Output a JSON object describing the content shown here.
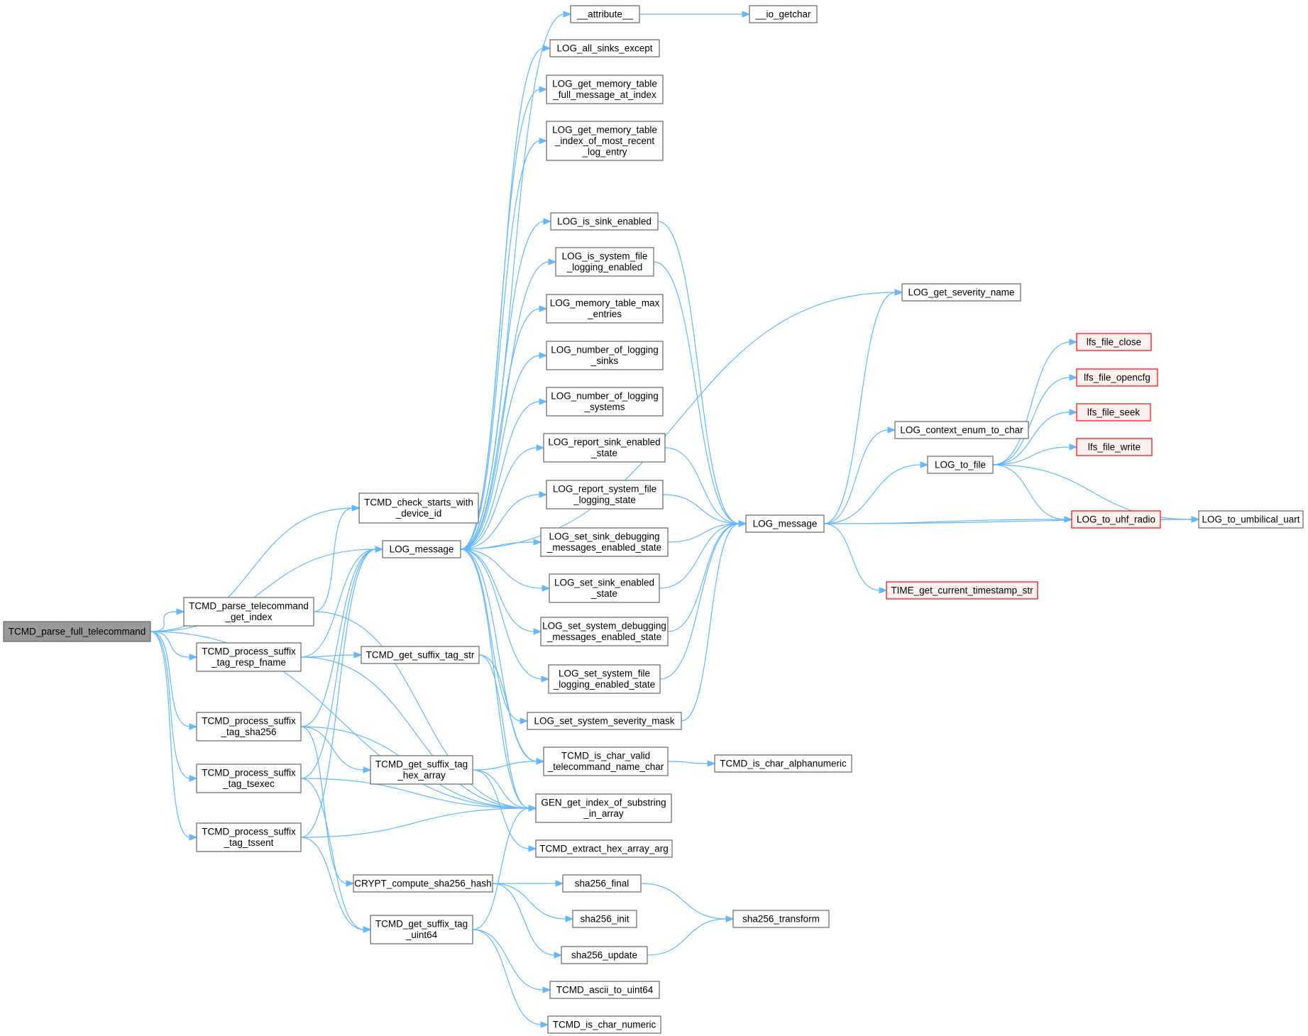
{
  "graph": {
    "nodes": [
      {
        "id": "root",
        "lines": [
          "TCMD_parse_full_telecommand"
        ],
        "style": "root"
      },
      {
        "id": "check",
        "lines": [
          "TCMD_check_starts_with",
          "_device_id"
        ],
        "style": "plain"
      },
      {
        "id": "logmsgL",
        "lines": [
          "LOG_message"
        ],
        "style": "plain"
      },
      {
        "id": "parseidx",
        "lines": [
          "TCMD_parse_telecommand",
          "_get_index"
        ],
        "style": "plain"
      },
      {
        "id": "resp",
        "lines": [
          "TCMD_process_suffix",
          "_tag_resp_fname"
        ],
        "style": "plain"
      },
      {
        "id": "sha",
        "lines": [
          "TCMD_process_suffix",
          "_tag_sha256"
        ],
        "style": "plain"
      },
      {
        "id": "tsexec",
        "lines": [
          "TCMD_process_suffix",
          "_tag_tsexec"
        ],
        "style": "plain"
      },
      {
        "id": "tssent",
        "lines": [
          "TCMD_process_suffix",
          "_tag_tssent"
        ],
        "style": "plain"
      },
      {
        "id": "getstr",
        "lines": [
          "TCMD_get_suffix_tag_str"
        ],
        "style": "plain"
      },
      {
        "id": "gethex",
        "lines": [
          "TCMD_get_suffix_tag",
          "_hex_array"
        ],
        "style": "plain"
      },
      {
        "id": "crypt",
        "lines": [
          "CRYPT_compute_sha256_hash"
        ],
        "style": "plain"
      },
      {
        "id": "getu64",
        "lines": [
          "TCMD_get_suffix_tag",
          "_uint64"
        ],
        "style": "plain"
      },
      {
        "id": "attr",
        "lines": [
          "__attribute__"
        ],
        "style": "plain"
      },
      {
        "id": "allsinks",
        "lines": [
          "LOG_all_sinks_except"
        ],
        "style": "plain"
      },
      {
        "id": "memfull",
        "lines": [
          "LOG_get_memory_table",
          "_full_message_at_index"
        ],
        "style": "plain"
      },
      {
        "id": "memrecent",
        "lines": [
          "LOG_get_memory_table",
          "_index_of_most_recent",
          "_log_entry"
        ],
        "style": "plain"
      },
      {
        "id": "sinken",
        "lines": [
          "LOG_is_sink_enabled"
        ],
        "style": "plain"
      },
      {
        "id": "sysfile",
        "lines": [
          "LOG_is_system_file",
          "_logging_enabled"
        ],
        "style": "plain"
      },
      {
        "id": "memmax",
        "lines": [
          "LOG_memory_table_max",
          "_entries"
        ],
        "style": "plain"
      },
      {
        "id": "numsinks",
        "lines": [
          "LOG_number_of_logging",
          "_sinks"
        ],
        "style": "plain"
      },
      {
        "id": "numsys",
        "lines": [
          "LOG_number_of_logging",
          "_systems"
        ],
        "style": "plain"
      },
      {
        "id": "repsink",
        "lines": [
          "LOG_report_sink_enabled",
          "_state"
        ],
        "style": "plain"
      },
      {
        "id": "repsys",
        "lines": [
          "LOG_report_system_file",
          "_logging_state"
        ],
        "style": "plain"
      },
      {
        "id": "setsinkdbg",
        "lines": [
          "LOG_set_sink_debugging",
          "_messages_enabled_state"
        ],
        "style": "plain"
      },
      {
        "id": "setsinken",
        "lines": [
          "LOG_set_sink_enabled",
          "_state"
        ],
        "style": "plain"
      },
      {
        "id": "setsysdbg",
        "lines": [
          "LOG_set_system_debugging",
          "_messages_enabled_state"
        ],
        "style": "plain"
      },
      {
        "id": "setsysfile",
        "lines": [
          "LOG_set_system_file",
          "_logging_enabled_state"
        ],
        "style": "plain"
      },
      {
        "id": "setsev",
        "lines": [
          "LOG_set_system_severity_mask"
        ],
        "style": "plain"
      },
      {
        "id": "validchar",
        "lines": [
          "TCMD_is_char_valid",
          "_telecommand_name_char"
        ],
        "style": "plain"
      },
      {
        "id": "genidx",
        "lines": [
          "GEN_get_index_of_substring",
          "_in_array"
        ],
        "style": "plain"
      },
      {
        "id": "exthex",
        "lines": [
          "TCMD_extract_hex_array_arg"
        ],
        "style": "plain"
      },
      {
        "id": "shafinal",
        "lines": [
          "sha256_final"
        ],
        "style": "plain"
      },
      {
        "id": "shainit",
        "lines": [
          "sha256_init"
        ],
        "style": "plain"
      },
      {
        "id": "shaupd",
        "lines": [
          "sha256_update"
        ],
        "style": "plain"
      },
      {
        "id": "asciiu64",
        "lines": [
          "TCMD_ascii_to_uint64"
        ],
        "style": "plain"
      },
      {
        "id": "isnum",
        "lines": [
          "TCMD_is_char_numeric"
        ],
        "style": "plain"
      },
      {
        "id": "iogetchar",
        "lines": [
          "__io_getchar"
        ],
        "style": "plain"
      },
      {
        "id": "logmsgR",
        "lines": [
          "LOG_message"
        ],
        "style": "plain"
      },
      {
        "id": "alnum",
        "lines": [
          "TCMD_is_char_alphanumeric"
        ],
        "style": "plain"
      },
      {
        "id": "shatrans",
        "lines": [
          "sha256_transform"
        ],
        "style": "plain"
      },
      {
        "id": "sevname",
        "lines": [
          "LOG_get_severity_name"
        ],
        "style": "plain"
      },
      {
        "id": "ctxenum",
        "lines": [
          "LOG_context_enum_to_char"
        ],
        "style": "plain"
      },
      {
        "id": "tofile",
        "lines": [
          "LOG_to_file"
        ],
        "style": "plain"
      },
      {
        "id": "timestamp",
        "lines": [
          "TIME_get_current_timestamp_str"
        ],
        "style": "red"
      },
      {
        "id": "lfsclose",
        "lines": [
          "lfs_file_close"
        ],
        "style": "red"
      },
      {
        "id": "lfsopen",
        "lines": [
          "lfs_file_opencfg"
        ],
        "style": "red"
      },
      {
        "id": "lfsseek",
        "lines": [
          "lfs_file_seek"
        ],
        "style": "red"
      },
      {
        "id": "lfswrite",
        "lines": [
          "lfs_file_write"
        ],
        "style": "red"
      },
      {
        "id": "uhf",
        "lines": [
          "LOG_to_uhf_radio"
        ],
        "style": "red"
      },
      {
        "id": "umb",
        "lines": [
          "LOG_to_umbilical_uart"
        ],
        "style": "plain"
      }
    ],
    "edges": [
      [
        "root",
        "check"
      ],
      [
        "root",
        "logmsgL"
      ],
      [
        "root",
        "parseidx"
      ],
      [
        "root",
        "resp"
      ],
      [
        "root",
        "sha"
      ],
      [
        "root",
        "tsexec"
      ],
      [
        "root",
        "tssent"
      ],
      [
        "root",
        "genidx"
      ],
      [
        "parseidx",
        "check"
      ],
      [
        "parseidx",
        "genidx"
      ],
      [
        "resp",
        "logmsgL"
      ],
      [
        "resp",
        "getstr"
      ],
      [
        "resp",
        "genidx"
      ],
      [
        "sha",
        "logmsgL"
      ],
      [
        "sha",
        "gethex"
      ],
      [
        "sha",
        "crypt"
      ],
      [
        "sha",
        "genidx"
      ],
      [
        "tsexec",
        "logmsgL"
      ],
      [
        "tsexec",
        "getu64"
      ],
      [
        "tsexec",
        "genidx"
      ],
      [
        "tssent",
        "logmsgL"
      ],
      [
        "tssent",
        "getu64"
      ],
      [
        "tssent",
        "genidx"
      ],
      [
        "getstr",
        "validchar"
      ],
      [
        "getstr",
        "genidx"
      ],
      [
        "gethex",
        "validchar"
      ],
      [
        "gethex",
        "genidx"
      ],
      [
        "gethex",
        "exthex"
      ],
      [
        "getu64",
        "genidx"
      ],
      [
        "getu64",
        "asciiu64"
      ],
      [
        "getu64",
        "isnum"
      ],
      [
        "crypt",
        "shafinal"
      ],
      [
        "crypt",
        "shainit"
      ],
      [
        "crypt",
        "shaupd"
      ],
      [
        "shafinal",
        "shatrans"
      ],
      [
        "shaupd",
        "shatrans"
      ],
      [
        "logmsgL",
        "attr"
      ],
      [
        "logmsgL",
        "allsinks"
      ],
      [
        "logmsgL",
        "memfull"
      ],
      [
        "logmsgL",
        "memrecent"
      ],
      [
        "logmsgL",
        "sinken"
      ],
      [
        "logmsgL",
        "sysfile"
      ],
      [
        "logmsgL",
        "memmax"
      ],
      [
        "logmsgL",
        "numsinks"
      ],
      [
        "logmsgL",
        "numsys"
      ],
      [
        "logmsgL",
        "repsink"
      ],
      [
        "logmsgL",
        "repsys"
      ],
      [
        "logmsgL",
        "setsinkdbg"
      ],
      [
        "logmsgL",
        "setsinken"
      ],
      [
        "logmsgL",
        "setsysdbg"
      ],
      [
        "logmsgL",
        "setsysfile"
      ],
      [
        "logmsgL",
        "setsev"
      ],
      [
        "logmsgL",
        "validchar"
      ],
      [
        "logmsgL",
        "genidx"
      ],
      [
        "logmsgL",
        "sevname"
      ],
      [
        "attr",
        "iogetchar"
      ],
      [
        "sinken",
        "logmsgR"
      ],
      [
        "sysfile",
        "logmsgR"
      ],
      [
        "repsink",
        "logmsgR"
      ],
      [
        "repsys",
        "logmsgR"
      ],
      [
        "setsinkdbg",
        "logmsgR"
      ],
      [
        "setsinken",
        "logmsgR"
      ],
      [
        "setsysdbg",
        "logmsgR"
      ],
      [
        "setsysfile",
        "logmsgR"
      ],
      [
        "setsev",
        "logmsgR"
      ],
      [
        "validchar",
        "alnum"
      ],
      [
        "logmsgR",
        "sevname"
      ],
      [
        "logmsgR",
        "ctxenum"
      ],
      [
        "logmsgR",
        "tofile"
      ],
      [
        "logmsgR",
        "uhf"
      ],
      [
        "logmsgR",
        "umb"
      ],
      [
        "logmsgR",
        "timestamp"
      ],
      [
        "tofile",
        "lfsclose"
      ],
      [
        "tofile",
        "lfsopen"
      ],
      [
        "tofile",
        "lfsseek"
      ],
      [
        "tofile",
        "lfswrite"
      ],
      [
        "tofile",
        "uhf"
      ],
      [
        "tofile",
        "umb"
      ],
      [
        "uhf",
        "umb"
      ]
    ]
  },
  "colors": {
    "edge": "#63b8ff",
    "node_border": "#666666",
    "root_fill": "#999999",
    "highlight_border": "#ff0000",
    "highlight_fill": "#fff0f0"
  }
}
